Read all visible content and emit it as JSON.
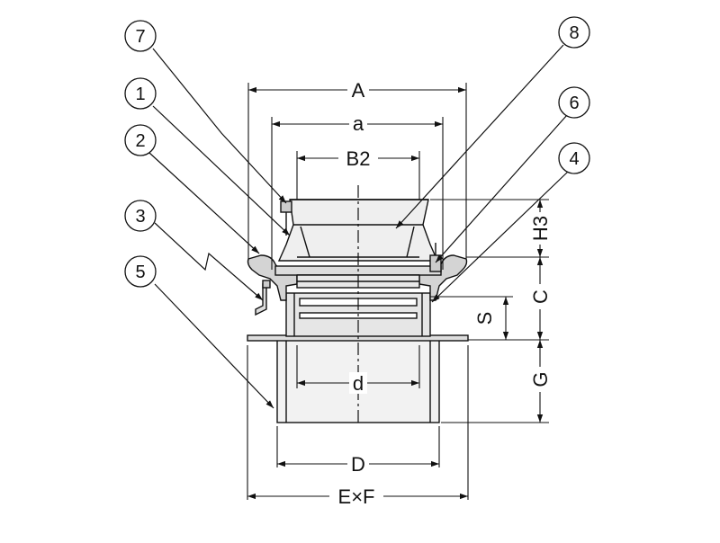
{
  "dimension_labels": {
    "A": "A",
    "a": "a",
    "B2": "B2",
    "d": "d",
    "D": "D",
    "ExF": "E×F",
    "H3": "H3",
    "C": "C",
    "S": "S",
    "G": "G"
  },
  "callouts": {
    "c1": "1",
    "c2": "2",
    "c3": "3",
    "c4": "4",
    "c5": "5",
    "c6": "6",
    "c7": "7",
    "c8": "8"
  },
  "colors": {
    "line": "#111111",
    "body_fill": "#e6e6e6",
    "flange_fill": "#d4d4d4",
    "strainer_fill": "#efefef",
    "background": "#ffffff"
  }
}
